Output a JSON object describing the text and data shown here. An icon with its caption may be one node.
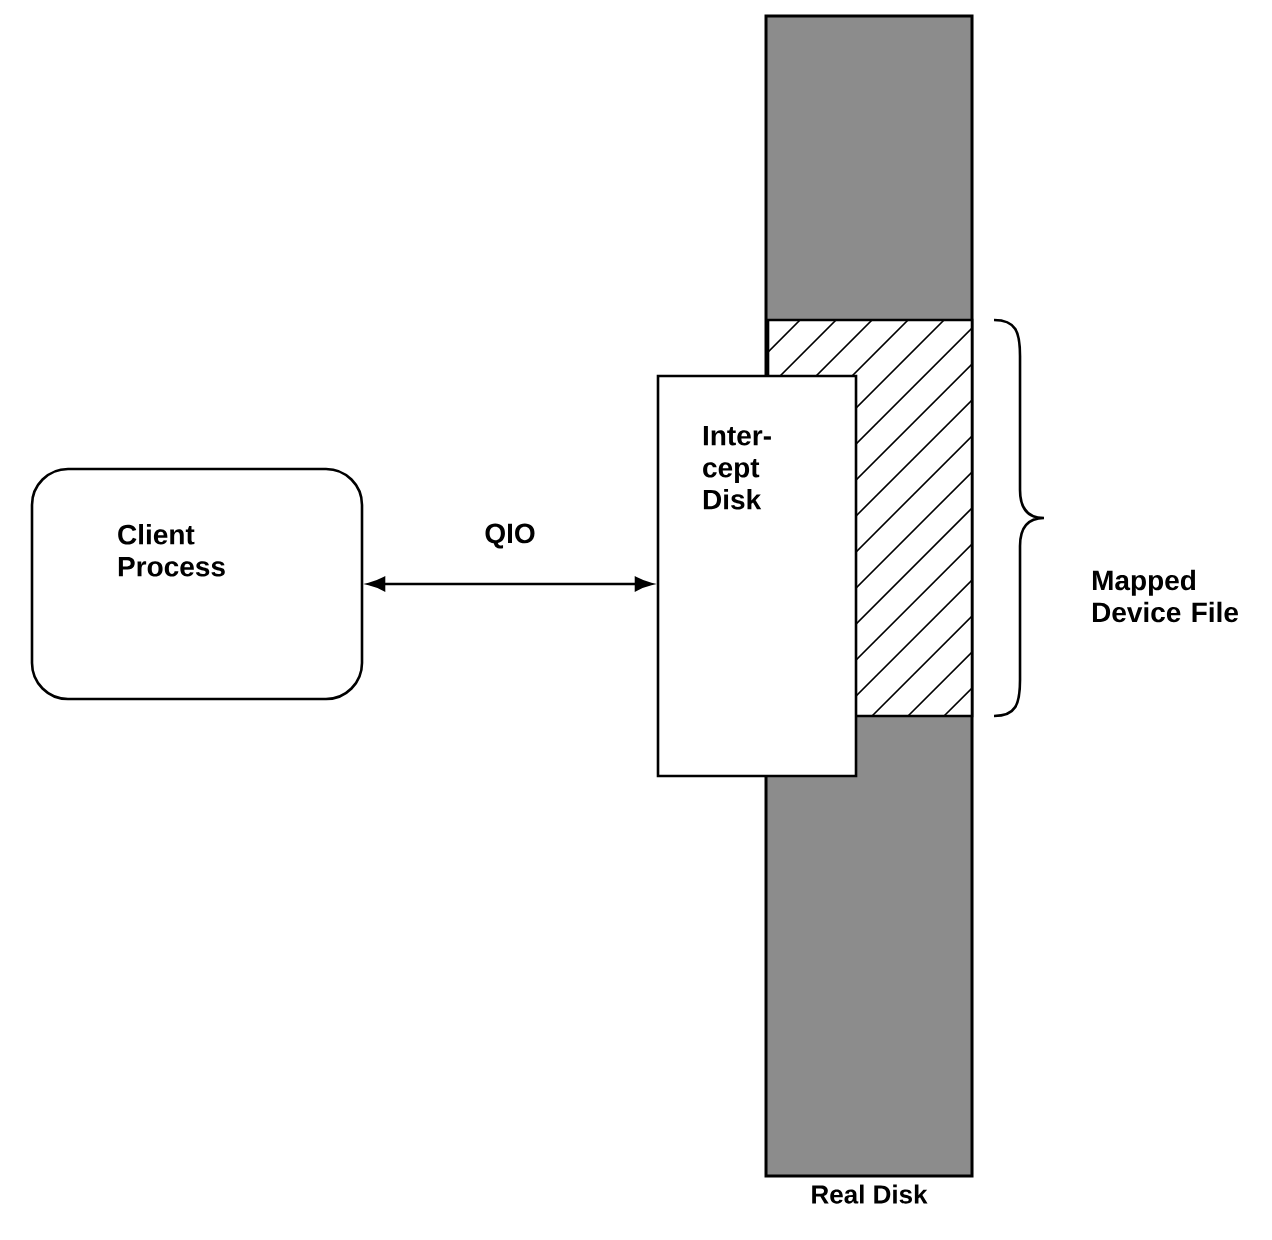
{
  "diagram": {
    "nodes": [
      {
        "text": [
          "Client Process"
        ]
      },
      {
        "text": [
          "Inter- cept Disk"
        ]
      },
      {
        "text": [
          "Real Disk"
        ]
      }
    ],
    "edges": [
      {
        "from": 0,
        "to": 1,
        "arrow": "both",
        "label": "QIO"
      }
    ],
    "labels": [
      "Mapped Device File"
    ]
  }
}
